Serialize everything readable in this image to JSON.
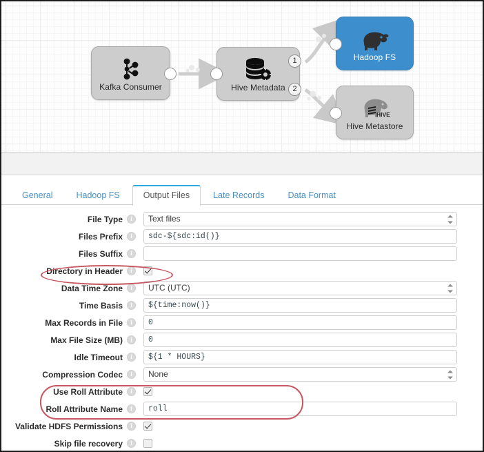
{
  "pipeline": {
    "nodes": [
      {
        "id": "kafka-consumer",
        "label": "Kafka Consumer",
        "icon": "kafka-icon",
        "selected": false
      },
      {
        "id": "hive-metadata",
        "label": "Hive Metadata",
        "icon": "database-gear-icon",
        "selected": false
      },
      {
        "id": "hadoop-fs",
        "label": "Hadoop FS",
        "icon": "hadoop-elephant-icon",
        "selected": true
      },
      {
        "id": "hive-metastore",
        "label": "Hive Metastore",
        "icon": "hive-elephant-icon",
        "selected": false
      }
    ],
    "port_numbers": [
      "1",
      "2"
    ],
    "selected_node_color": "#3d8ecc",
    "node_color": "#cdcdcd"
  },
  "tabs": [
    {
      "label": "General",
      "active": false
    },
    {
      "label": "Hadoop FS",
      "active": false
    },
    {
      "label": "Output Files",
      "active": true
    },
    {
      "label": "Late Records",
      "active": false
    },
    {
      "label": "Data Format",
      "active": false
    }
  ],
  "form": {
    "fields": [
      {
        "label": "File Type",
        "type": "select",
        "value": "Text files"
      },
      {
        "label": "Files Prefix",
        "type": "text",
        "value": "sdc-${sdc:id()}"
      },
      {
        "label": "Files Suffix",
        "type": "text",
        "value": ""
      },
      {
        "label": "Directory in Header",
        "type": "checkbox",
        "checked": true
      },
      {
        "label": "Data Time Zone",
        "type": "select",
        "value": "UTC (UTC)"
      },
      {
        "label": "Time Basis",
        "type": "text",
        "value": "${time:now()}"
      },
      {
        "label": "Max Records in File",
        "type": "text",
        "value": "0"
      },
      {
        "label": "Max File Size (MB)",
        "type": "text",
        "value": "0"
      },
      {
        "label": "Idle Timeout",
        "type": "text",
        "value": "${1 * HOURS}"
      },
      {
        "label": "Compression Codec",
        "type": "select",
        "value": "None"
      },
      {
        "label": "Use Roll Attribute",
        "type": "checkbox",
        "checked": true
      },
      {
        "label": "Roll Attribute Name",
        "type": "text",
        "value": "roll"
      },
      {
        "label": "Validate HDFS Permissions",
        "type": "checkbox",
        "checked": true
      },
      {
        "label": "Skip file recovery",
        "type": "checkbox",
        "checked": false
      }
    ]
  },
  "annotations": {
    "color": "#c1454f",
    "shapes": [
      {
        "name": "directory-in-header-highlight",
        "shape": "ellipse"
      },
      {
        "name": "roll-attribute-highlight",
        "shape": "rounded-rect"
      }
    ]
  }
}
